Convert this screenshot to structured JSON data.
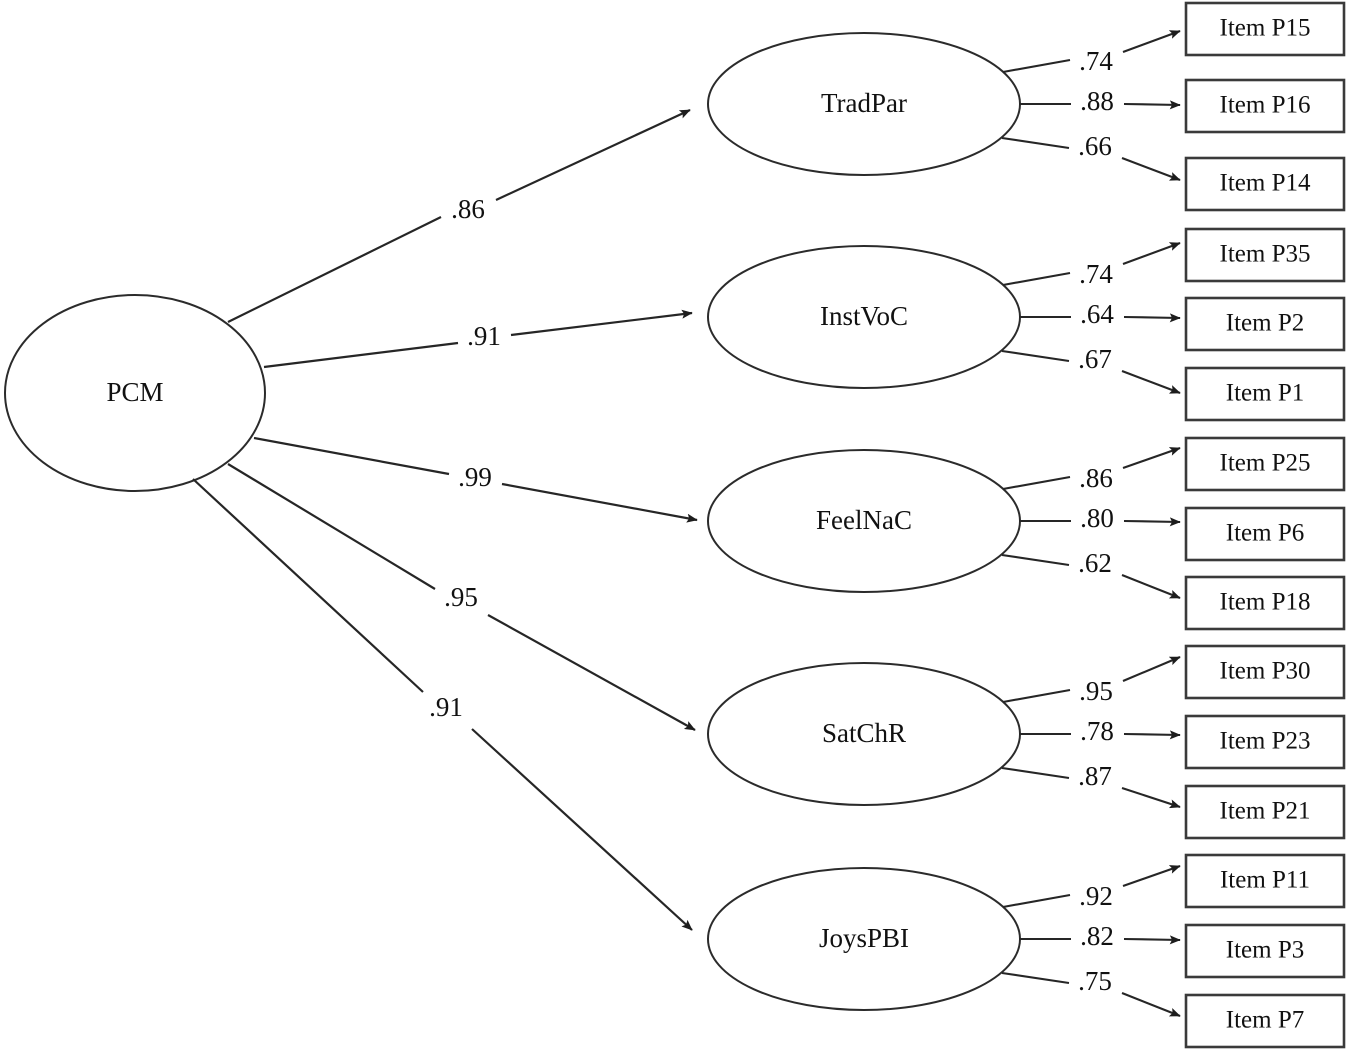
{
  "diagram": {
    "type": "structural-equation-model",
    "higher_order_factor": {
      "name": "PCM",
      "shape": "ellipse"
    },
    "factors": [
      {
        "name": "TradPar",
        "structural_loading": ".86",
        "indicators": [
          {
            "label": "Item P15",
            "loading": ".74"
          },
          {
            "label": "Item P16",
            "loading": ".88"
          },
          {
            "label": "Item P14",
            "loading": ".66"
          }
        ]
      },
      {
        "name": "InstVoC",
        "structural_loading": ".91",
        "indicators": [
          {
            "label": "Item P35",
            "loading": ".74"
          },
          {
            "label": "Item P2",
            "loading": ".64"
          },
          {
            "label": "Item P1",
            "loading": ".67"
          }
        ]
      },
      {
        "name": "FeelNaC",
        "structural_loading": ".99",
        "indicators": [
          {
            "label": "Item P25",
            "loading": ".86"
          },
          {
            "label": "Item P6",
            "loading": ".80"
          },
          {
            "label": "Item P18",
            "loading": ".62"
          }
        ]
      },
      {
        "name": "SatChR",
        "structural_loading": ".95",
        "indicators": [
          {
            "label": "Item P30",
            "loading": ".95"
          },
          {
            "label": "Item P23",
            "loading": ".78"
          },
          {
            "label": "Item P21",
            "loading": ".87"
          }
        ]
      },
      {
        "name": "JoysPBI",
        "structural_loading": ".91",
        "indicators": [
          {
            "label": "Item P11",
            "loading": ".92"
          },
          {
            "label": "Item P3",
            "loading": ".82"
          },
          {
            "label": "Item P7",
            "loading": ".75"
          }
        ]
      }
    ],
    "colors": {
      "background": "#ffffff",
      "stroke": "#262626",
      "box_stroke": "#3a3a3a",
      "text": "#111111"
    }
  }
}
